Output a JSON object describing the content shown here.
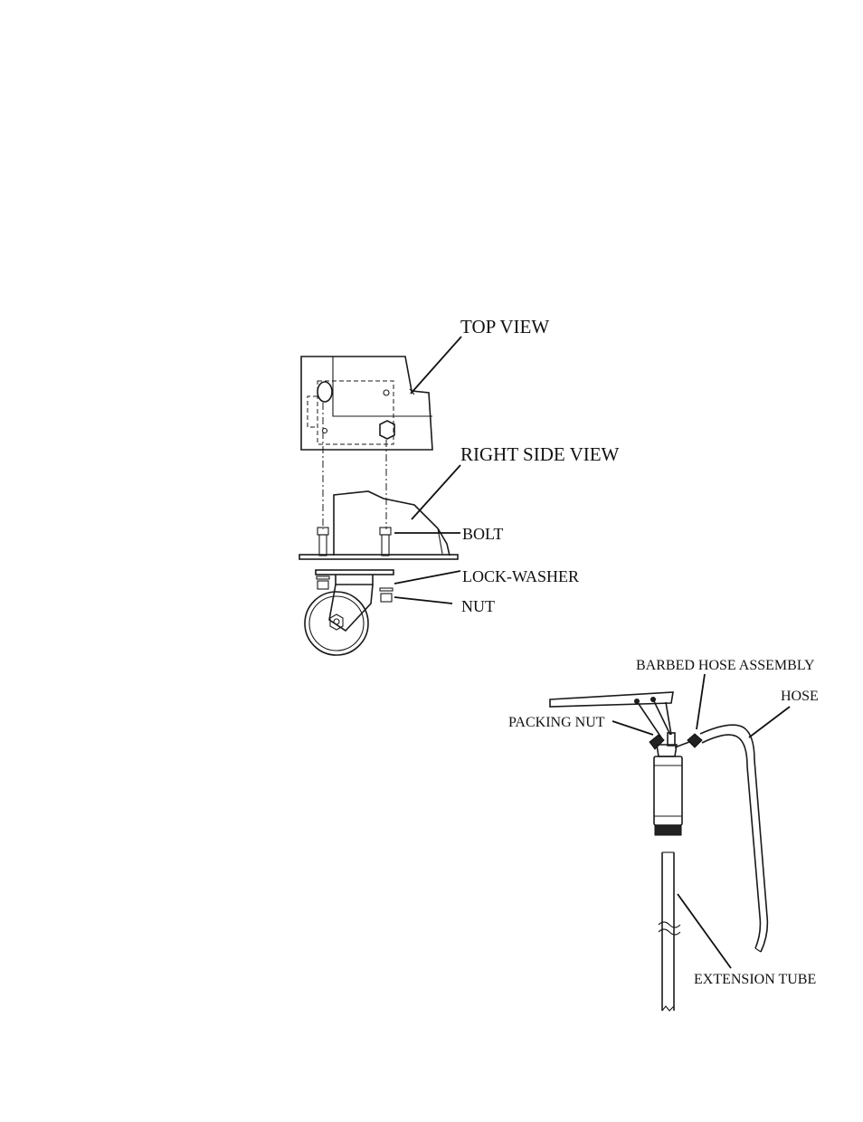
{
  "caster_diagram": {
    "top_view_label": "TOP VIEW",
    "right_side_view_label": "RIGHT SIDE VIEW",
    "bolt_label": "BOLT",
    "lock_washer_label": "LOCK-WASHER",
    "nut_label": "NUT"
  },
  "pump_diagram": {
    "barbed_hose_assembly_label": "BARBED HOSE ASSEMBLY",
    "hose_label": "HOSE",
    "packing_nut_label": "PACKING NUT",
    "extension_tube_label": "EXTENSION TUBE"
  }
}
